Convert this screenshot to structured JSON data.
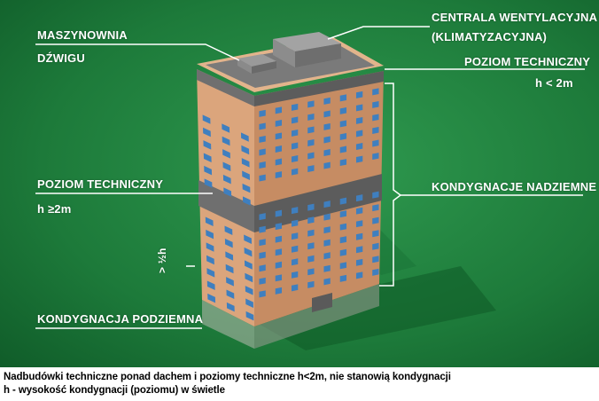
{
  "labels": {
    "machine_room_line1": "MASZYNOWNIA",
    "machine_room_line2": "DŹWIGU",
    "ventilation_line1": "CENTRALA WENTYLACYJNA",
    "ventilation_line2": "(KLIMATYZACYJNA)",
    "tech_level_top": "POZIOM TECHNICZNY",
    "tech_level_top_height": "h < 2m",
    "tech_level_mid": "POZIOM TECHNICZNY",
    "tech_level_mid_height": "h ≥2m",
    "above_ground": "KONDYGNACJE NADZIEMNE",
    "underground": "KONDYGNACJA PODZIEMNA",
    "half_h": "> ½h"
  },
  "caption": {
    "line1": "Nadbudówki techniczne ponad dachem i poziomy techniczne h<2m, nie stanowią kondygnacji",
    "line2": "h - wysokość kondygnacji (poziomu) w świetle"
  },
  "colors": {
    "background_green": "#1f7a3c",
    "facade_left": "#d9a47c",
    "facade_right": "#c28a63",
    "technical_band": "#6e6e6e",
    "window_blue": "#3f7fbf",
    "label_text": "#ffffff"
  }
}
